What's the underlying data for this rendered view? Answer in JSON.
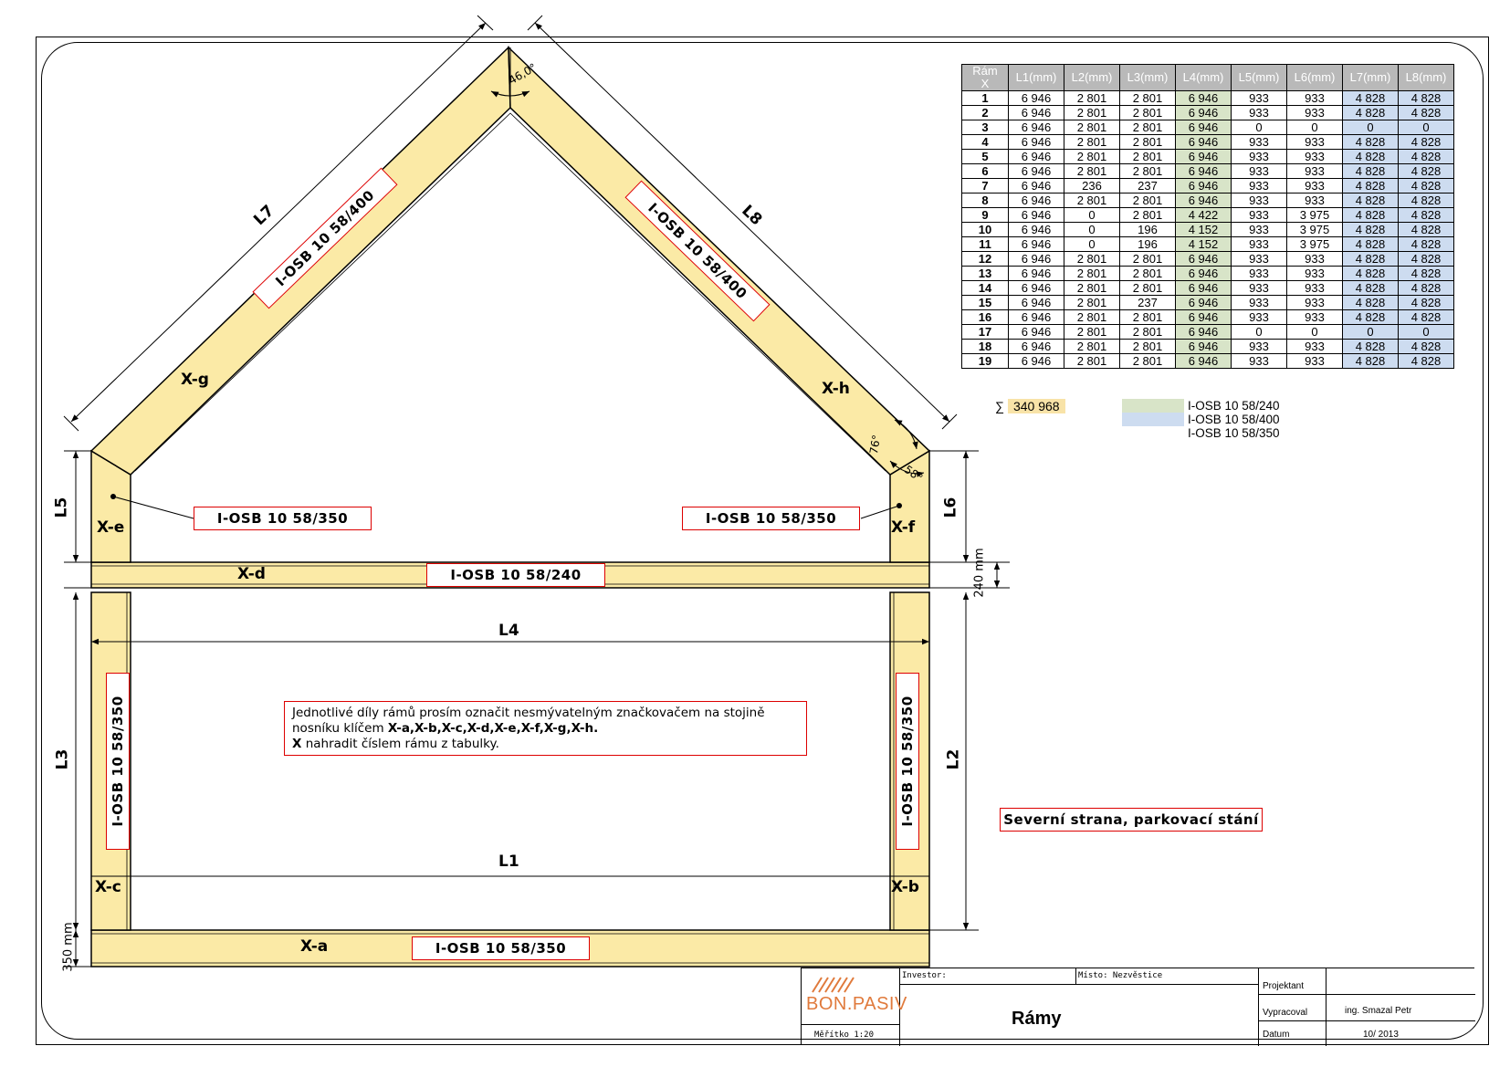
{
  "drawing": {
    "segments": [
      "X-a",
      "X-b",
      "X-c",
      "X-d",
      "X-e",
      "X-f",
      "X-g",
      "X-h"
    ],
    "dims": {
      "L1": "L1",
      "L2": "L2",
      "L3": "L3",
      "L4": "L4",
      "L5": "L5",
      "L6": "L6",
      "L7": "L7",
      "L8": "L8"
    },
    "dim_240": "240 mm",
    "dim_350": "350 mm",
    "angle_top": "46,0°",
    "angle_76": "76°",
    "angle_58": "58°",
    "tags": {
      "rafter_left": "I-OSB 10 58/400",
      "rafter_right": "I-OSB 10 58/400",
      "post_e": "I-OSB  10 58/350",
      "post_f": "I-OSB  10 58/350",
      "beam_d": "I-OSB  10 58/240",
      "post_c": "I-OSB  10 58/350",
      "post_b": "I-OSB  10 58/350",
      "beam_a": "I-OSB  10 58/350"
    },
    "note": {
      "line1": "Jednotlivé díly rámů prosím označit nesmývatelným značkovačem na stojině",
      "line2_prefix": "nosníku klíčem ",
      "line2_bold": "X-a,X-b,X-c,X-d,X-e,X-f,X-g,X-h.",
      "line3_bold": "X",
      "line3_rest": " nahradit číslem rámu z tabulky."
    },
    "side_label": "Severní strana, parkovací stání"
  },
  "table": {
    "header_frame": [
      "Rám",
      "X"
    ],
    "columns": [
      "L1(mm)",
      "L2(mm)",
      "L3(mm)",
      "L4(mm)",
      "L5(mm)",
      "L6(mm)",
      "L7(mm)",
      "L8(mm)"
    ],
    "rows": [
      [
        "1",
        "6 946",
        "2 801",
        "2 801",
        "6 946",
        "933",
        "933",
        "4 828",
        "4 828"
      ],
      [
        "2",
        "6 946",
        "2 801",
        "2 801",
        "6 946",
        "933",
        "933",
        "4 828",
        "4 828"
      ],
      [
        "3",
        "6 946",
        "2 801",
        "2 801",
        "6 946",
        "0",
        "0",
        "0",
        "0"
      ],
      [
        "4",
        "6 946",
        "2 801",
        "2 801",
        "6 946",
        "933",
        "933",
        "4 828",
        "4 828"
      ],
      [
        "5",
        "6 946",
        "2 801",
        "2 801",
        "6 946",
        "933",
        "933",
        "4 828",
        "4 828"
      ],
      [
        "6",
        "6 946",
        "2 801",
        "2 801",
        "6 946",
        "933",
        "933",
        "4 828",
        "4 828"
      ],
      [
        "7",
        "6 946",
        "236",
        "237",
        "6 946",
        "933",
        "933",
        "4 828",
        "4 828"
      ],
      [
        "8",
        "6 946",
        "2 801",
        "2 801",
        "6 946",
        "933",
        "933",
        "4 828",
        "4 828"
      ],
      [
        "9",
        "6 946",
        "0",
        "2 801",
        "4 422",
        "933",
        "3 975",
        "4 828",
        "4 828"
      ],
      [
        "10",
        "6 946",
        "0",
        "196",
        "4 152",
        "933",
        "3 975",
        "4 828",
        "4 828"
      ],
      [
        "11",
        "6 946",
        "0",
        "196",
        "4 152",
        "933",
        "3 975",
        "4 828",
        "4 828"
      ],
      [
        "12",
        "6 946",
        "2 801",
        "2 801",
        "6 946",
        "933",
        "933",
        "4 828",
        "4 828"
      ],
      [
        "13",
        "6 946",
        "2 801",
        "2 801",
        "6 946",
        "933",
        "933",
        "4 828",
        "4 828"
      ],
      [
        "14",
        "6 946",
        "2 801",
        "2 801",
        "6 946",
        "933",
        "933",
        "4 828",
        "4 828"
      ],
      [
        "15",
        "6 946",
        "2 801",
        "237",
        "6 946",
        "933",
        "933",
        "4 828",
        "4 828"
      ],
      [
        "16",
        "6 946",
        "2 801",
        "2 801",
        "6 946",
        "933",
        "933",
        "4 828",
        "4 828"
      ],
      [
        "17",
        "6 946",
        "2 801",
        "2 801",
        "6 946",
        "0",
        "0",
        "0",
        "0"
      ],
      [
        "18",
        "6 946",
        "2 801",
        "2 801",
        "6 946",
        "933",
        "933",
        "4 828",
        "4 828"
      ],
      [
        "19",
        "6 946",
        "2 801",
        "2 801",
        "6 946",
        "933",
        "933",
        "4 828",
        "4 828"
      ]
    ],
    "sum_symbol": "∑",
    "sum_value": "340 968",
    "legend": [
      "I-OSB 10 58/240",
      "I-OSB 10 58/400",
      "I-OSB 10 58/350"
    ],
    "colors": {
      "green": "#d8e4c8",
      "blue": "#cddcf0",
      "sum": "#f8e3a8",
      "beam": "#fbeaa6"
    }
  },
  "title_block": {
    "logo": "BON.PASIV",
    "scale": "Měřítko  1:20",
    "investor_label": "Investor:",
    "place": "Místo: Nezvěstice",
    "title": "Rámy",
    "projektant_label": "Projektant",
    "vypracoval_label": "Vypracoval",
    "vypracoval_value": "ing. Smazal Petr",
    "datum_label": "Datum",
    "datum_value": "10/ 2013"
  }
}
